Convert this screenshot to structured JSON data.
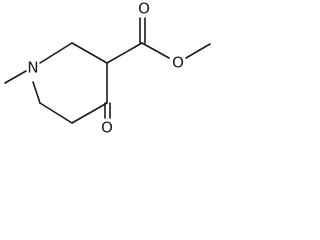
{
  "atoms": {
    "n1": "N",
    "o_carbonyl_ester": "O",
    "o_ether": "O",
    "o_ketone": "O"
  }
}
